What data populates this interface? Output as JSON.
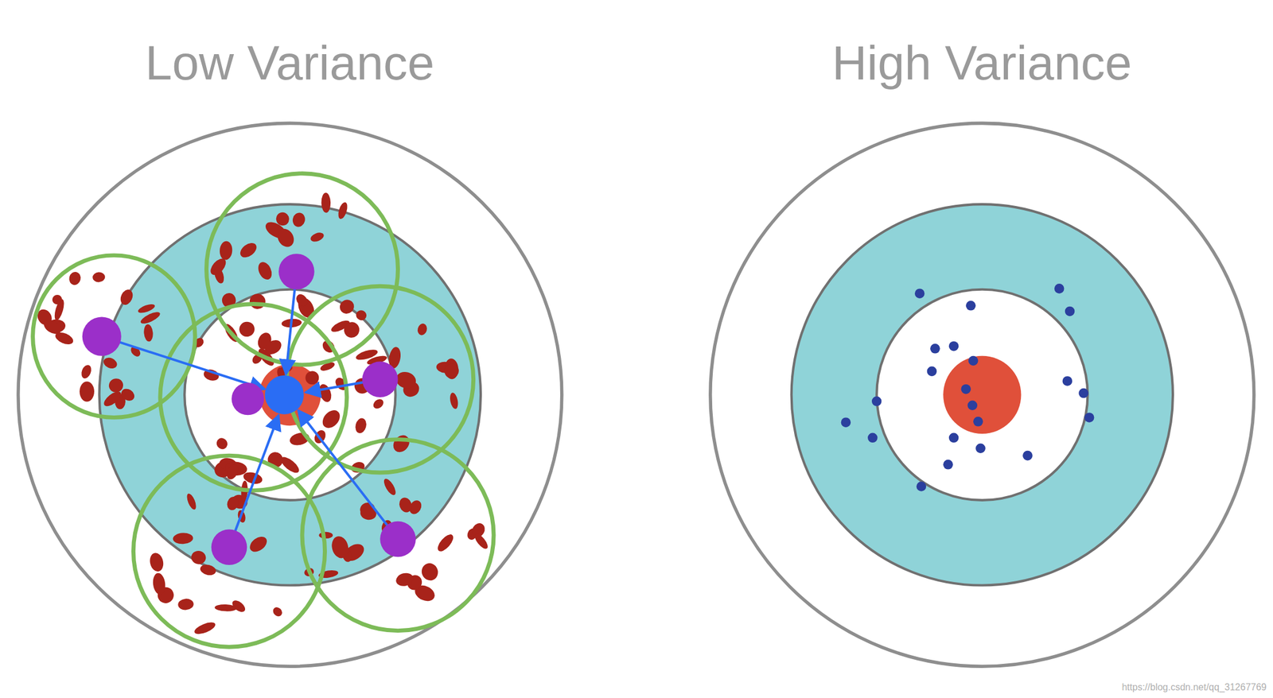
{
  "diagram": {
    "labels": [
      "Low Variance",
      "High Variance",
      "https://blog.csdn.net/qq_31267769"
    ]
  }
}
